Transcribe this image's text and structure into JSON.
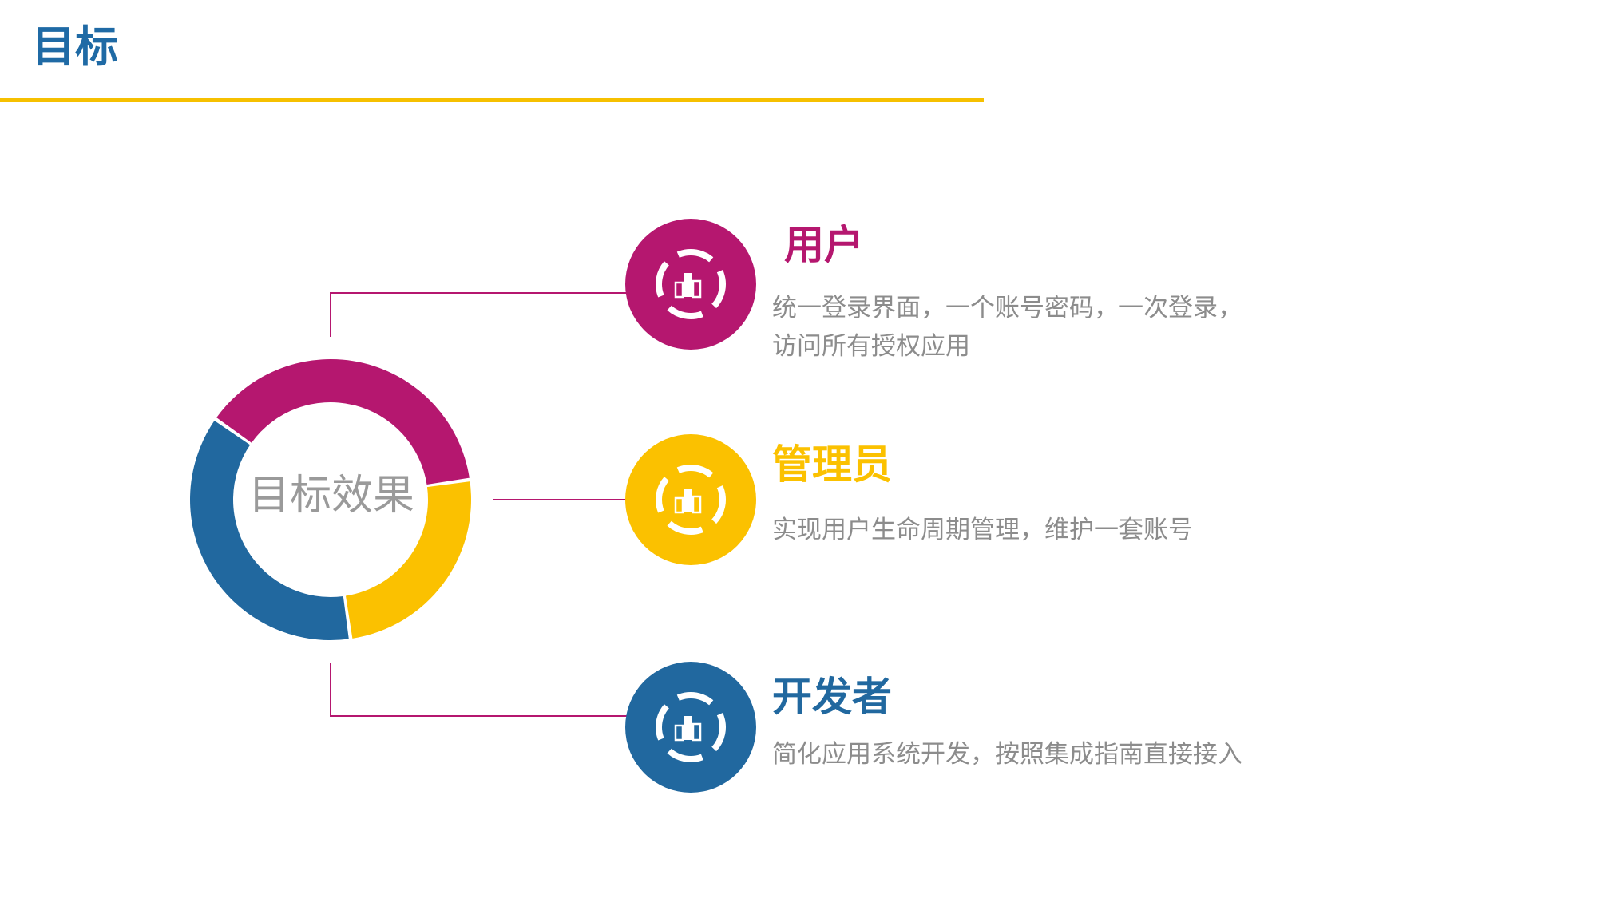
{
  "page_title": "目标",
  "colors": {
    "title": "#1f6aa5",
    "rule": "#f6c000",
    "magenta": "#b5176f",
    "yellow": "#fbc100",
    "blue": "#21689f",
    "text_gray": "#8c8c8c",
    "center_text": "#9a9a9a"
  },
  "center": {
    "label": "目标效果"
  },
  "ring_segments": [
    {
      "color_key": "magenta",
      "share": 0.38
    },
    {
      "color_key": "yellow",
      "share": 0.25
    },
    {
      "color_key": "blue",
      "share": 0.37
    }
  ],
  "items": [
    {
      "heading": "用户",
      "description_lines": [
        "统一登录界面，一个账号密码，一次登录，",
        "访问所有授权应用"
      ],
      "color_key": "magenta",
      "icon": "bar-chart-icon"
    },
    {
      "heading": "管理员",
      "description_lines": [
        "实现用户生命周期管理，维护一套账号"
      ],
      "color_key": "yellow",
      "icon": "bar-chart-icon"
    },
    {
      "heading": "开发者",
      "description_lines": [
        "简化应用系统开发，按照集成指南直接接入"
      ],
      "color_key": "blue",
      "icon": "bar-chart-icon"
    }
  ]
}
